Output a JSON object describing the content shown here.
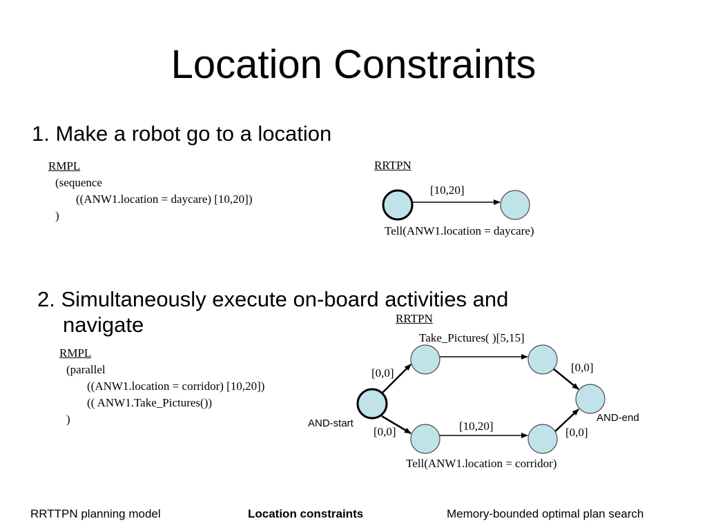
{
  "slide": {
    "title": "Location Constraints"
  },
  "section1": {
    "heading": "1. Make a robot go to a location",
    "rmpl_label": "RMPL",
    "rmpl_lines": [
      "(sequence",
      "((ANW1.location = daycare) [10,20])",
      ")"
    ],
    "rrtpn_label": "RRTPN",
    "edge_bound": "[10,20]",
    "edge_activity": "Tell(ANW1.location = daycare)"
  },
  "section2": {
    "heading_line1": "2. Simultaneously execute on-board activities and",
    "heading_line2": "navigate",
    "rmpl_label": "RMPL",
    "rmpl_lines": [
      "(parallel",
      "((ANW1.location = corridor) [10,20])",
      "(( ANW1.Take_Pictures())",
      ")"
    ],
    "rrtpn_label": "RRTPN",
    "top_activity": "Take_Pictures( )[5,15]",
    "bound_start_top": "[0,0]",
    "bound_top_end": "[0,0]",
    "bound_start_bottom": "[0,0]",
    "bound_bottom_mid": "[10,20]",
    "bound_bottom_end": "[0,0]",
    "and_start": "AND-start",
    "and_end": "AND-end",
    "bottom_activity": "Tell(ANW1.location = corridor)"
  },
  "footer": {
    "left": "RRTTPN planning model",
    "center": "Location constraints",
    "right": "Memory-bounded optimal plan search"
  },
  "colors": {
    "node_fill": "#bfe3e8",
    "node_stroke": "#4a4a4a",
    "start_node_stroke": "#000000"
  }
}
